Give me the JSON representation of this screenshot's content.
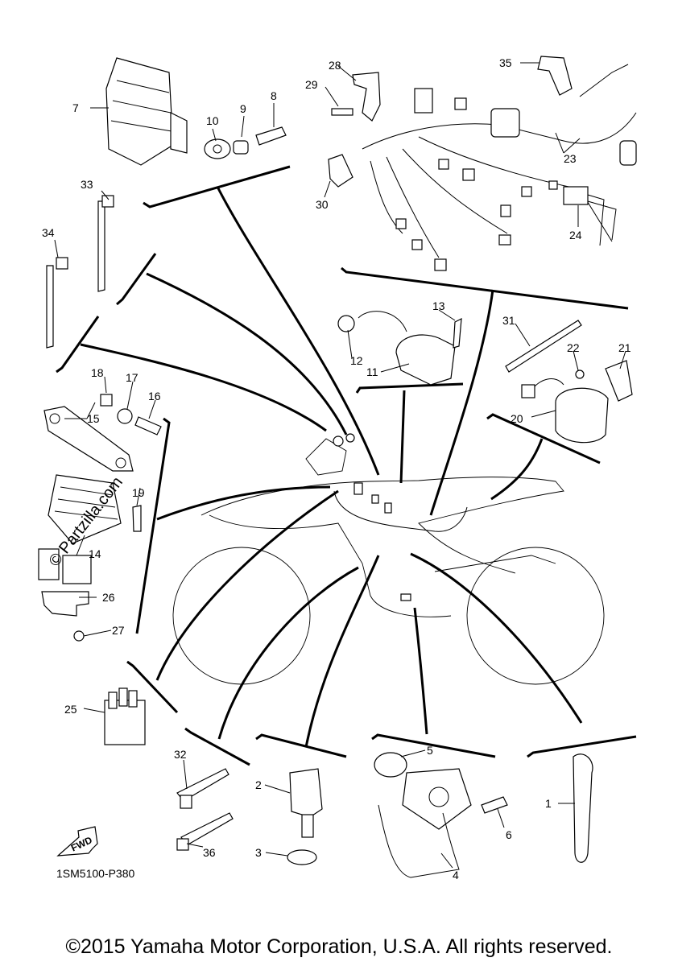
{
  "diagram": {
    "code": "1SM5100-P380",
    "fwd_label": "FWD",
    "watermark": "© Partzilla.com",
    "copyright": "©2015 Yamaha Motor Corporation, U.S.A. All rights reserved."
  },
  "callouts": [
    "1",
    "2",
    "3",
    "4",
    "5",
    "6",
    "7",
    "8",
    "9",
    "10",
    "11",
    "12",
    "13",
    "14",
    "15",
    "16",
    "17",
    "18",
    "19",
    "20",
    "21",
    "22",
    "23",
    "24",
    "25",
    "26",
    "27",
    "28",
    "29",
    "30",
    "31",
    "32",
    "33",
    "34",
    "35",
    "36"
  ]
}
